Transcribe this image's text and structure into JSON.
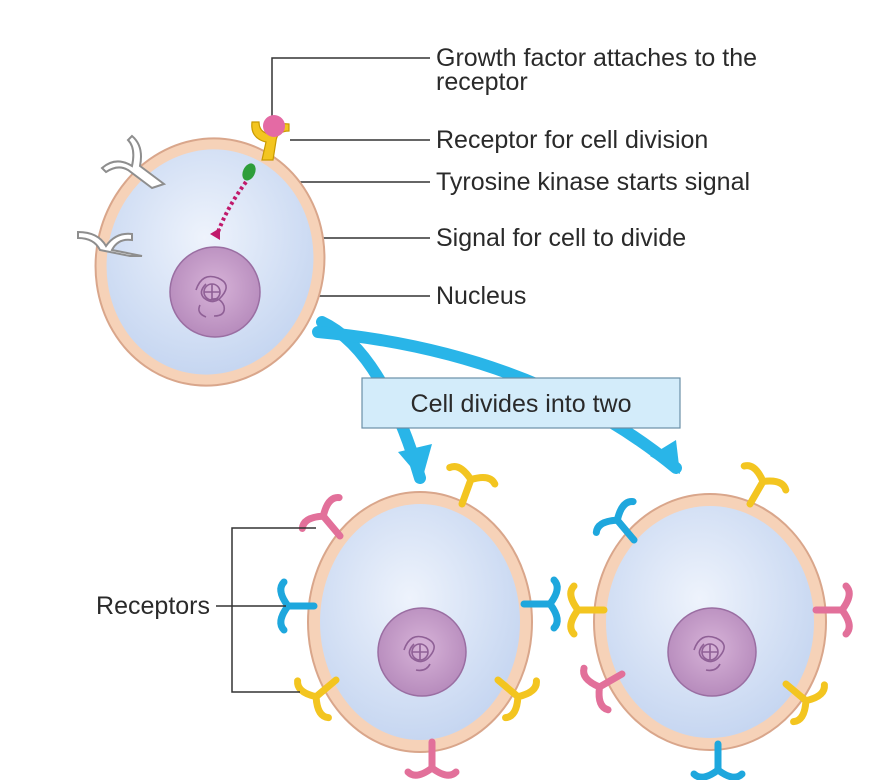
{
  "labels": {
    "growth_factor_line1": "Growth factor attaches to the",
    "growth_factor_line2": "receptor",
    "receptor_division": "Receptor for cell division",
    "tyrosine_kinase": "Tyrosine kinase starts signal",
    "signal_divide": "Signal for cell to divide",
    "nucleus": "Nucleus",
    "cell_divides": "Cell divides into two",
    "receptors": "Receptors"
  },
  "colors": {
    "cell_fill": "#cddcf3",
    "cell_membrane": "#f6d2b8",
    "nucleus_fill": "#c79ac9",
    "arrow_blue": "#29b5e8",
    "receptor_pink": "#e2709a",
    "receptor_blue": "#1ea7dd",
    "receptor_yellow": "#f3c520",
    "label_box": "#d3ecfa"
  }
}
